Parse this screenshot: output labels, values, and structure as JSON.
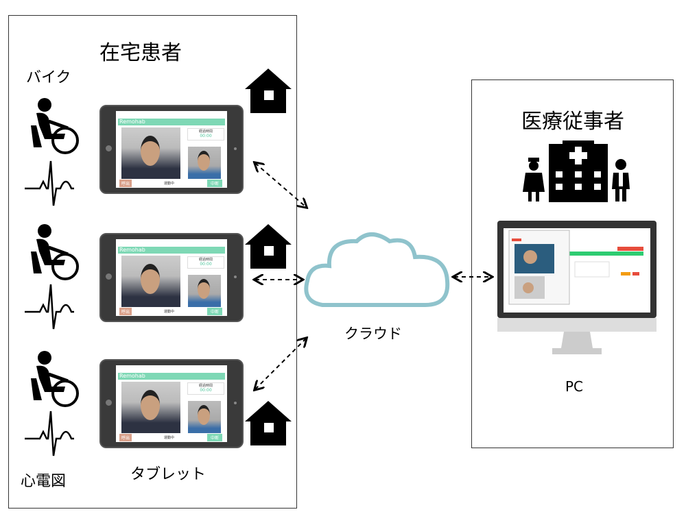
{
  "home_patient": {
    "title": "在宅患者",
    "bike_label": "バイク",
    "ecg_label": "心電図",
    "tablet_label": "タブレット"
  },
  "tablet_screen": {
    "app_name": "Remohab",
    "elapsed_label": "経過時間",
    "elapsed_value": "00:00",
    "call_button": "呼出",
    "status": "運動中",
    "stop_button": "中断"
  },
  "cloud": {
    "label": "クラウド"
  },
  "medical_staff": {
    "title": "医療従事者",
    "pc_label": "PC"
  },
  "colors": {
    "cloud": "#8fc3cc",
    "app_bar": "#7ed8b5",
    "pc_accent": "#2ecc71",
    "alert": "#e74c3c"
  }
}
